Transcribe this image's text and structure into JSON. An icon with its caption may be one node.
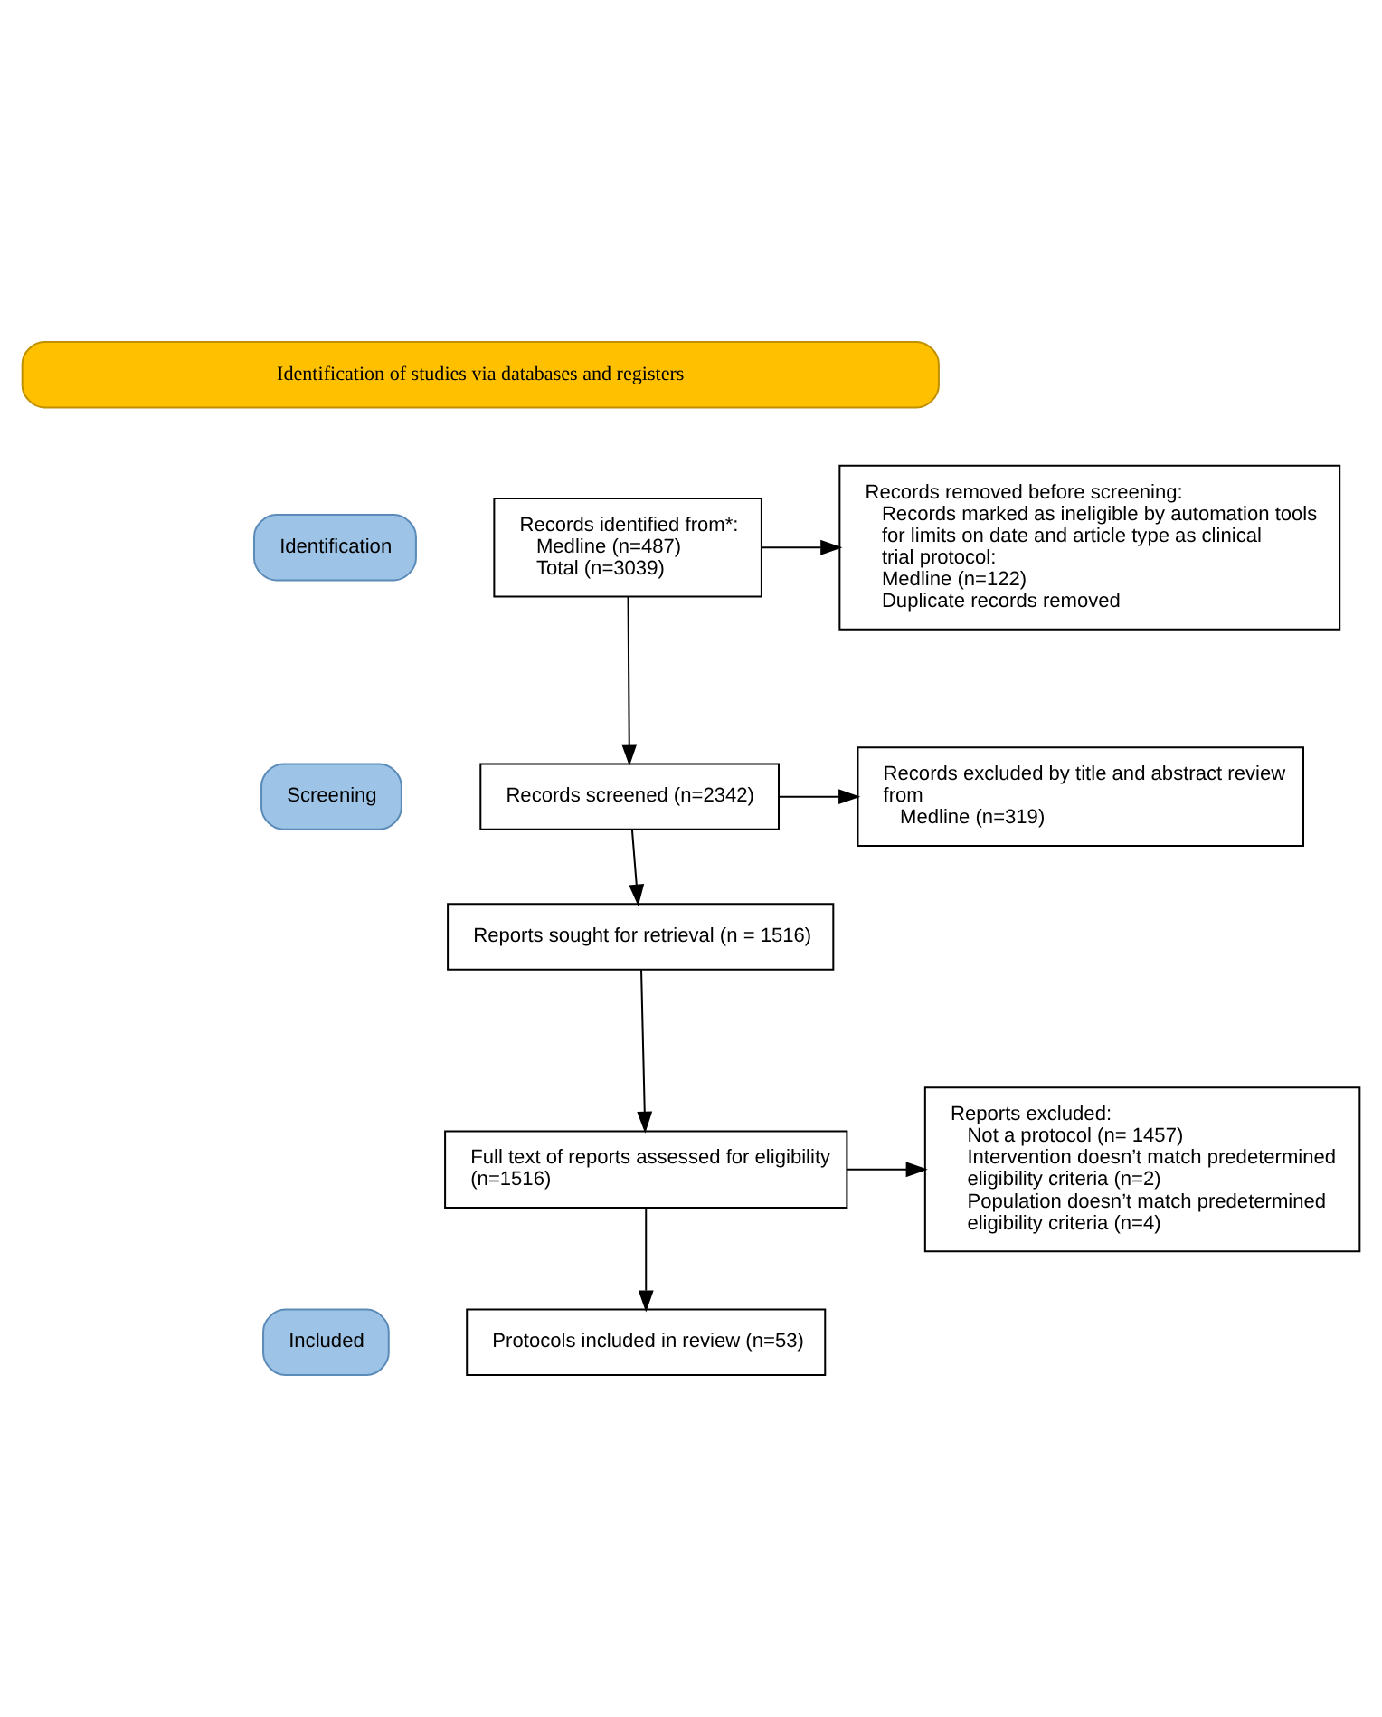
{
  "diagram": {
    "nodes": [
      {
        "text": [
          "Identification of studies via databases and registers"
        ]
      },
      {
        "text": [
          "Identification"
        ]
      },
      {
        "text": [
          "Screening"
        ]
      },
      {
        "text": [
          "Included"
        ]
      },
      {
        "text": [
          "Records identified from*:",
          "Medline (n=487)",
          "Total (n=3039)"
        ]
      },
      {
        "text": [
          "Records removed before screening:",
          "Records marked as ineligible by automation tools for limits on date and article type as clinical trial protocol:",
          "Medline (n=122)",
          "Duplicate records removed"
        ]
      },
      {
        "text": [
          "Records screened (n=2342)"
        ]
      },
      {
        "text": [
          "Records excluded by title and abstract review from",
          "Medline (n=319)"
        ]
      },
      {
        "text": [
          "Reports sought for retrieval (n = 1516)"
        ]
      },
      {
        "text": [
          "Full text of reports assessed for eligibility (n=1516)"
        ]
      },
      {
        "text": [
          "Reports excluded:",
          "Not a protocol (n= 1457)",
          "Intervention doesn’t match predetermined eligibility criteria (n=2)",
          "Population doesn’t match predetermined eligibility criteria (n=4)"
        ]
      },
      {
        "text": [
          "Protocols included in review (n=53)"
        ]
      }
    ],
    "edges": [
      {
        "from": 4,
        "to": 5,
        "arrow": "to"
      },
      {
        "from": 4,
        "to": 6,
        "arrow": "to"
      },
      {
        "from": 6,
        "to": 7,
        "arrow": "to"
      },
      {
        "from": 6,
        "to": 8,
        "arrow": "to"
      },
      {
        "from": 8,
        "to": 9,
        "arrow": "to"
      },
      {
        "from": 9,
        "to": 10,
        "arrow": "to"
      },
      {
        "from": 9,
        "to": 11,
        "arrow": "to"
      }
    ]
  }
}
